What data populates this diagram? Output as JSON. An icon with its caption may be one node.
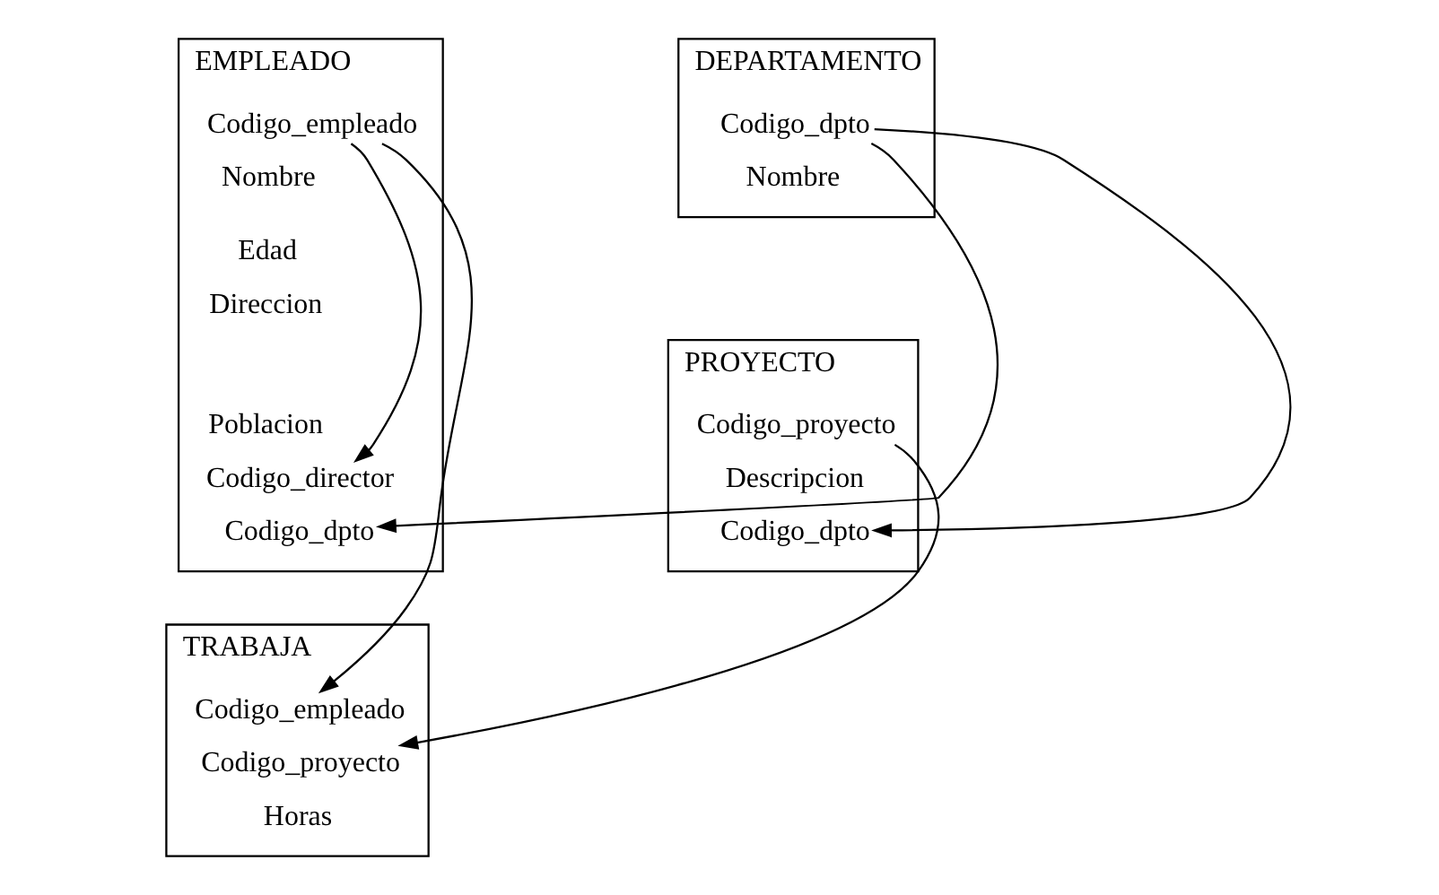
{
  "diagram": {
    "nodes": [
      {
        "text": [
          "EMPLEADO"
        ]
      },
      {
        "text": [
          "Codigo_empleado"
        ],
        "in": 0
      },
      {
        "text": [
          "Nombre"
        ],
        "in": 0
      },
      {
        "text": [
          "Edad"
        ],
        "in": 0
      },
      {
        "text": [
          "Direccion"
        ],
        "in": 0
      },
      {
        "text": [
          "Poblacion"
        ],
        "in": 0
      },
      {
        "text": [
          "Codigo_director"
        ],
        "in": 0
      },
      {
        "text": [
          "Codigo_dpto"
        ],
        "in": 0
      },
      {
        "text": [
          "DEPARTAMENTO"
        ]
      },
      {
        "text": [
          "Codigo_dpto"
        ],
        "in": 8
      },
      {
        "text": [
          "Nombre"
        ],
        "in": 8
      },
      {
        "text": [
          "TRABAJA"
        ]
      },
      {
        "text": [
          "Codigo_empleado"
        ],
        "in": 11
      },
      {
        "text": [
          "Codigo_proyecto"
        ],
        "in": 11
      },
      {
        "text": [
          "Horas"
        ],
        "in": 11
      },
      {
        "text": [
          "PROYECTO"
        ]
      },
      {
        "text": [
          "Codigo_proyecto"
        ],
        "in": 15
      },
      {
        "text": [
          "Descripcion"
        ],
        "in": 15
      },
      {
        "text": [
          "Codigo_dpto"
        ],
        "in": 15
      }
    ],
    "edges": [
      {
        "from": 1,
        "to": 6,
        "arrow": "to"
      },
      {
        "from": 9,
        "to": 7,
        "arrow": "to"
      },
      {
        "from": 1,
        "to": 12,
        "arrow": "to"
      },
      {
        "from": 16,
        "to": 13,
        "arrow": "to"
      },
      {
        "from": 9,
        "to": 18,
        "arrow": "to"
      }
    ]
  }
}
